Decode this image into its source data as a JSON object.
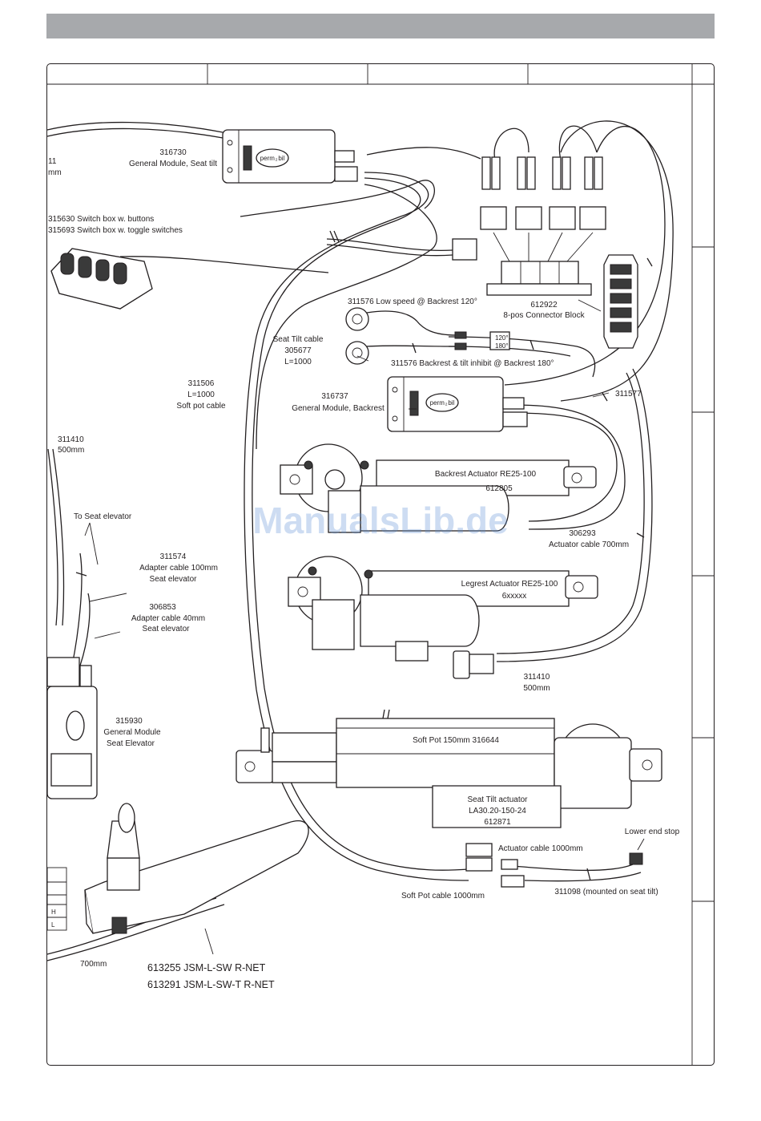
{
  "diagram": {
    "labels": {
      "gm_seat_tilt_num": "316730",
      "gm_seat_tilt_name": "General Module, Seat tilt",
      "left_cut_num": "11",
      "left_cut_unit": "mm",
      "switchbox_buttons": "315630 Switch box w. buttons",
      "switchbox_toggle": "315693 Switch box w. toggle switches",
      "low_speed": "311576 Low speed @ Backrest 120°",
      "backrest_inhibit": "311576 Backrest & tilt inhibit @ Backrest 180°",
      "connector_block_num": "612922",
      "connector_block_name": "8-pos Connector Block",
      "angle_120": "120°",
      "angle_180": "180°",
      "seat_tilt_cable": "Seat Tilt cable",
      "seat_tilt_cable_num": "305677",
      "seat_tilt_cable_len": "L=1000",
      "softpot_cable_num": "311506",
      "softpot_cable_len": "L=1000",
      "softpot_cable_name": "Soft pot cable",
      "gm_backrest_num": "316737",
      "gm_backrest_name": "General Module, Backrest",
      "cable_311577": "311577",
      "cable_311410_left": "311410",
      "cable_311410_left_len": "500mm",
      "backrest_actuator": "Backrest Actuator RE25-100",
      "backrest_actuator_num": "612805",
      "to_seat_elevator": "To Seat elevator",
      "adapter_100_num": "311574",
      "adapter_100_name": "Adapter cable 100mm",
      "adapter_100_target": "Seat elevator",
      "adapter_40_num": "306853",
      "adapter_40_name": "Adapter cable 40mm",
      "adapter_40_target": "Seat elevator",
      "actuator_cable_700_num": "306293",
      "actuator_cable_700": "Actuator cable 700mm",
      "legrest_actuator": "Legrest Actuator RE25-100",
      "legrest_actuator_num": "6xxxxx",
      "cable_311410_right": "311410",
      "cable_311410_right_len": "500mm",
      "gm_seat_elev_num": "315930",
      "gm_seat_elev_name": "General Module",
      "gm_seat_elev_target": "Seat Elevator",
      "soft_pot": "Soft Pot 150mm 316644",
      "seat_tilt_actuator": "Seat Tilt actuator",
      "seat_tilt_actuator_model": "LA30.20-150-24",
      "seat_tilt_actuator_num": "612871",
      "lower_end_stop": "Lower end stop",
      "actuator_cable_1000": "Actuator cable 1000mm",
      "softpot_cable_1000": "Soft Pot cable 1000mm",
      "cable_311098": "311098 (mounted on seat tilt)",
      "joystick_cable_len": "700mm",
      "joystick_1": "613255 JSM-L-SW R-NET",
      "joystick_2": "613291 JSM-L-SW-T R-NET",
      "key_h": "H",
      "key_l": "L",
      "module_logo": "perm ₂ bil",
      "watermark": "ManualsLib.de"
    }
  }
}
